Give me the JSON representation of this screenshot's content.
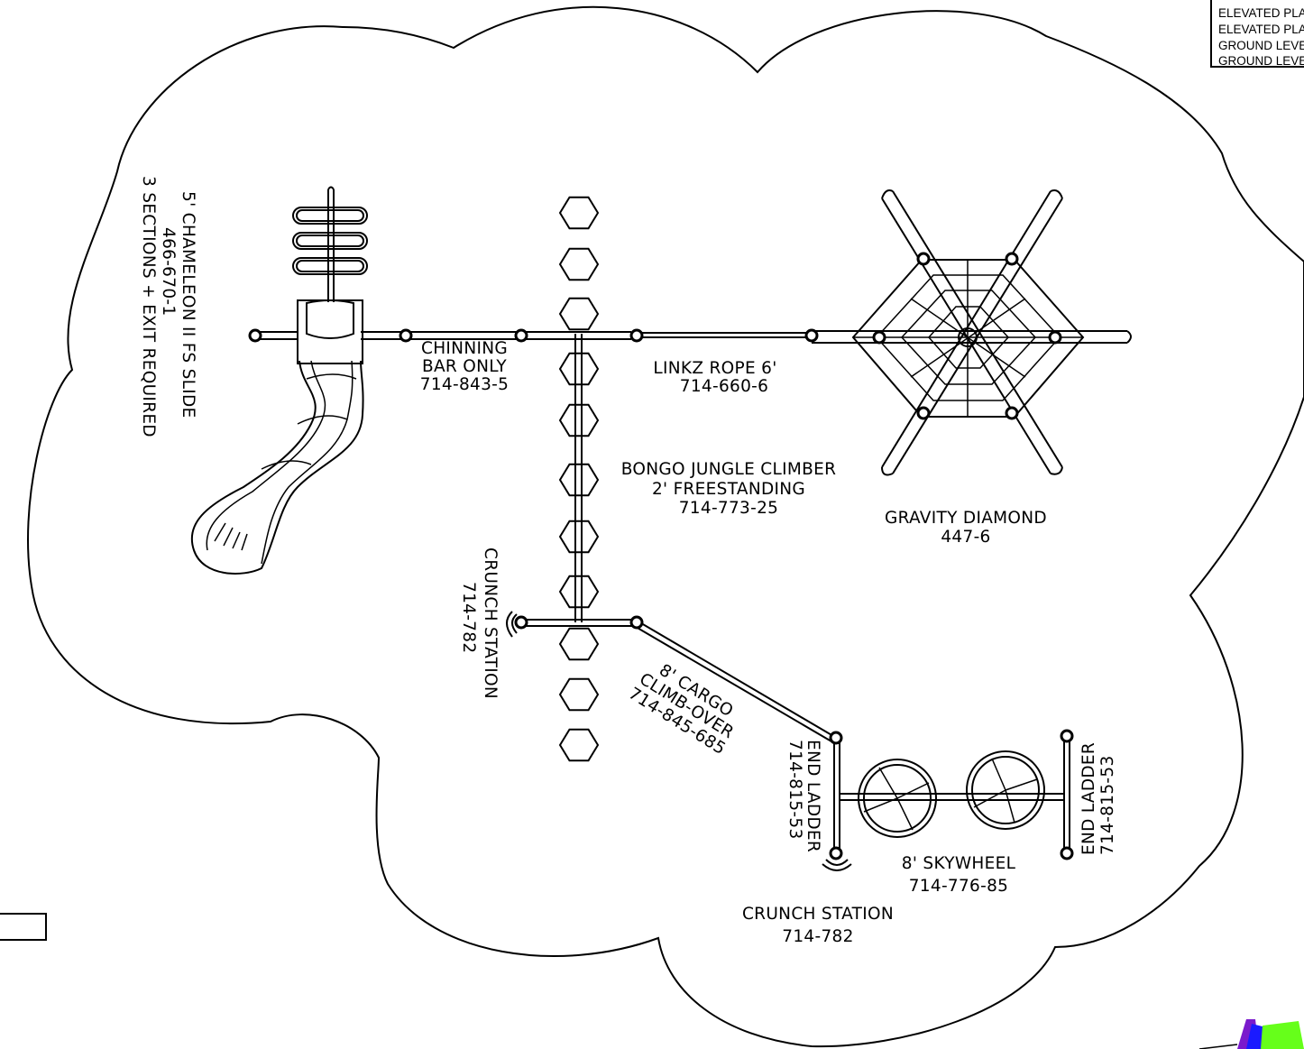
{
  "legend": {
    "rows": [
      "ELEVATED PLAY",
      "ELEVATED PLAY",
      "GROUND LEVEL",
      "GROUND LEVEL"
    ]
  },
  "labels": {
    "slide": [
      "5' CHAMELEON II FS SLIDE",
      "466-670-1",
      "3 SECTIONS + EXIT REQUIRED"
    ],
    "chinning": [
      "CHINNING",
      "BAR ONLY",
      "714-843-5"
    ],
    "linkz": [
      "LINKZ ROPE 6'",
      "714-660-6"
    ],
    "bongo": [
      "BONGO JUNGLE CLIMBER",
      "2' FREESTANDING",
      "714-773-25"
    ],
    "gravity": [
      "GRAVITY DIAMOND",
      "447-6"
    ],
    "crunch_vertical": [
      "CRUNCH STATION",
      "714-782"
    ],
    "cargo": [
      "8' CARGO",
      "CLIMB-OVER",
      "714-845-685"
    ],
    "end_ladder_left": [
      "END LADDER",
      "714-815-53"
    ],
    "end_ladder_right": [
      "END LADDER",
      "714-815-53"
    ],
    "skywheel": [
      "8' SKYWHEEL",
      "714-776-85"
    ],
    "crunch_bottom": [
      "CRUNCH STATION",
      "714-782"
    ]
  },
  "colors": {
    "line": "#000000",
    "background": "#ffffff",
    "logo_green": "#66ff1a",
    "logo_blue": "#1a1aff",
    "logo_purple": "#7a1acc"
  }
}
